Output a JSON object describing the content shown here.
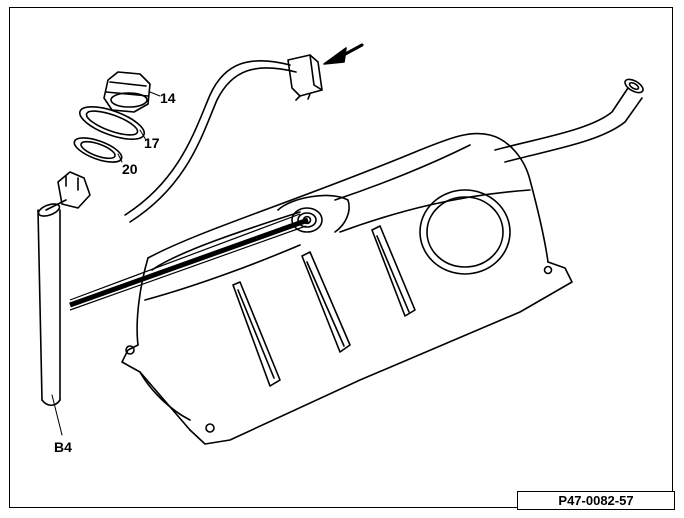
{
  "figure_code": "P47-0082-57",
  "callouts": {
    "part_14": "14",
    "part_17": "17",
    "part_20": "20",
    "sender": "B4"
  },
  "colors": {
    "line": "#000000",
    "background": "#ffffff"
  }
}
